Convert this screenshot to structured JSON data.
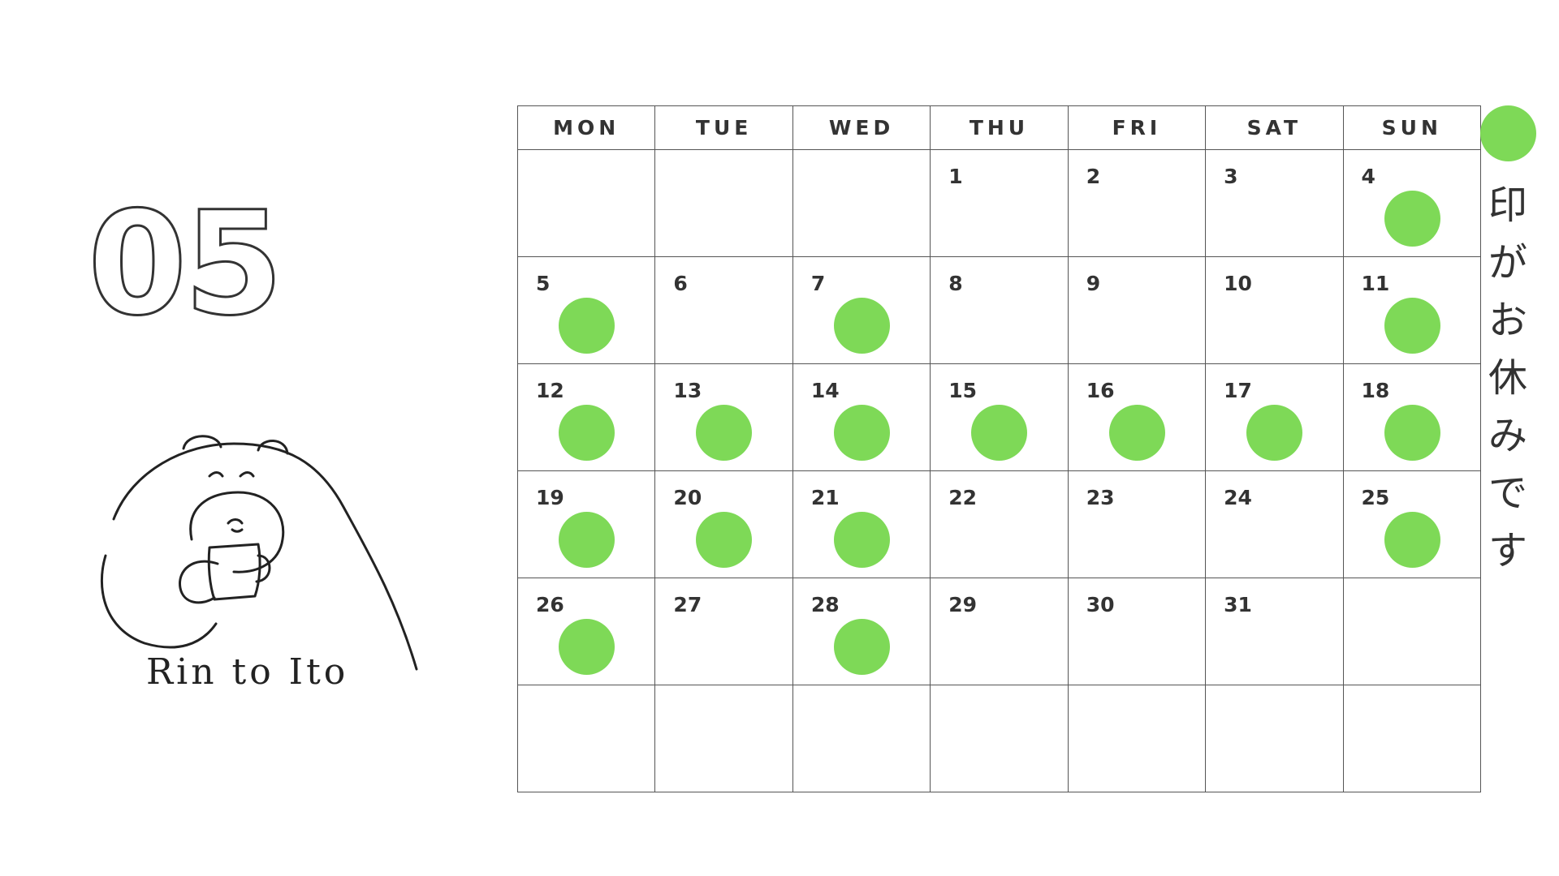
{
  "month": "05",
  "signature": "Rin to Ito",
  "weekdays": [
    "MON",
    "TUE",
    "WED",
    "THU",
    "FRI",
    "SAT",
    "SUN"
  ],
  "weeks": [
    [
      null,
      null,
      null,
      1,
      2,
      3,
      4
    ],
    [
      5,
      6,
      7,
      8,
      9,
      10,
      11
    ],
    [
      12,
      13,
      14,
      15,
      16,
      17,
      18
    ],
    [
      19,
      20,
      21,
      22,
      23,
      24,
      25
    ],
    [
      26,
      27,
      28,
      29,
      30,
      31,
      null
    ],
    [
      null,
      null,
      null,
      null,
      null,
      null,
      null
    ]
  ],
  "holidays": [
    4,
    5,
    7,
    11,
    12,
    13,
    14,
    15,
    16,
    17,
    18,
    19,
    20,
    21,
    25,
    26,
    28
  ],
  "legend": {
    "text": "印がお休みです",
    "dot_color": "#7ed957"
  },
  "colors": {
    "holiday_dot": "#7ed957",
    "text": "#333333"
  }
}
